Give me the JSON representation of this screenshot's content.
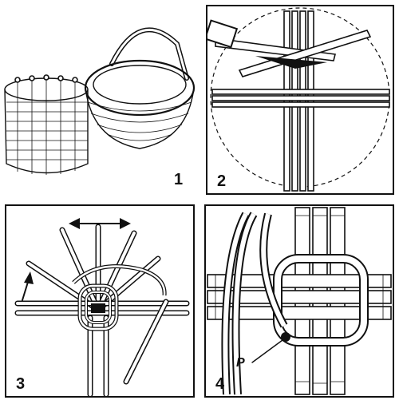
{
  "panels": [
    {
      "number": "1"
    },
    {
      "number": "2"
    },
    {
      "number": "3"
    },
    {
      "number": "4",
      "point_label": "P"
    }
  ],
  "colors": {
    "ink": "#111111",
    "paper": "#ffffff"
  }
}
